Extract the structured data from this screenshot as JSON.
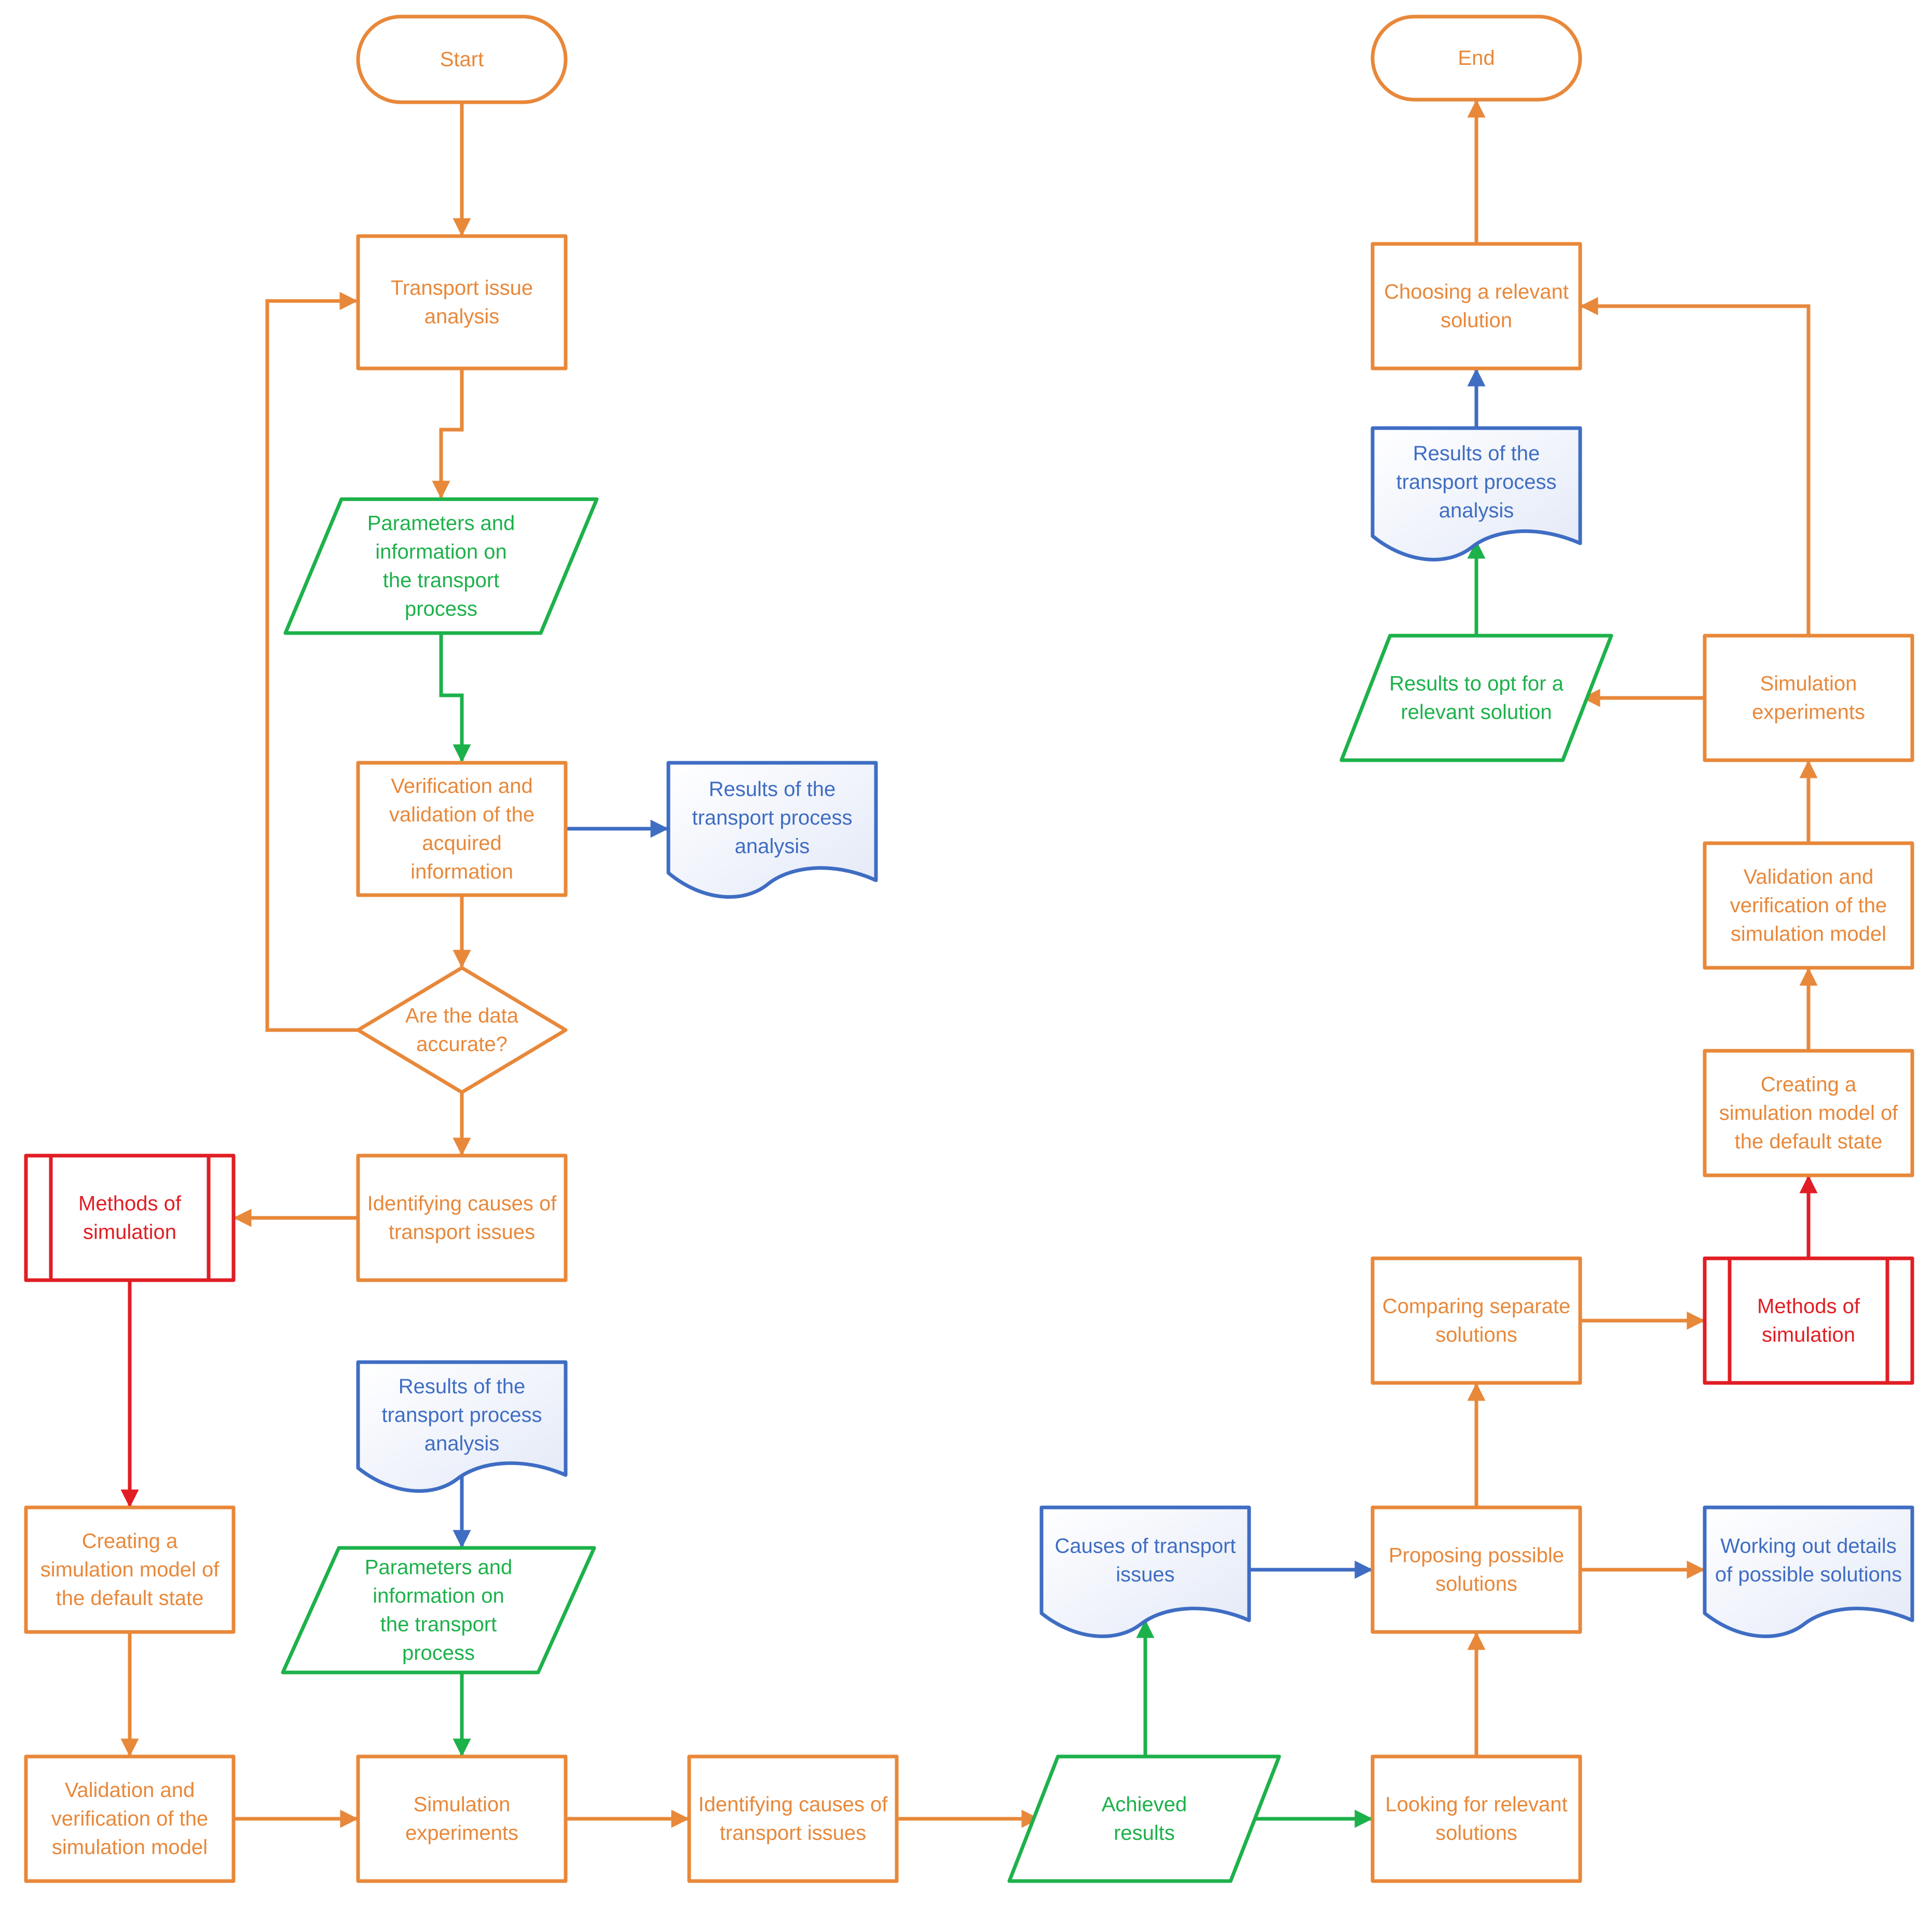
{
  "colors": {
    "orange": "#E8883A",
    "green": "#1DB14B",
    "blue": "#3F6DC3",
    "red": "#E01E24",
    "blue_fill": "#E8EDF8"
  },
  "nodes": {
    "start": {
      "lines": [
        "Start"
      ]
    },
    "end": {
      "lines": [
        "End"
      ]
    },
    "transport_issue_analysis": {
      "lines": [
        "Transport issue",
        "analysis"
      ]
    },
    "params_info_1": {
      "lines": [
        "Parameters and",
        "information on",
        "the transport",
        "process"
      ]
    },
    "verification_validation": {
      "lines": [
        "Verification and",
        "validation of the",
        "acquired",
        "information"
      ]
    },
    "results_analysis_1": {
      "lines": [
        "Results of the",
        "transport process",
        "analysis"
      ]
    },
    "data_accurate": {
      "lines": [
        "Are the data",
        "accurate?"
      ]
    },
    "identifying_causes_1": {
      "lines": [
        "Identifying causes of",
        "transport issues"
      ]
    },
    "methods_sim_1": {
      "lines": [
        "Methods of",
        "simulation"
      ]
    },
    "creating_model_1": {
      "lines": [
        "Creating a",
        "simulation model of",
        "the default state"
      ]
    },
    "validation_model_1": {
      "lines": [
        "Validation and",
        "verification of the",
        "simulation model"
      ]
    },
    "results_analysis_2": {
      "lines": [
        "Results of the",
        "transport process",
        "analysis"
      ]
    },
    "params_info_2": {
      "lines": [
        "Parameters and",
        "information on",
        "the transport",
        "process"
      ]
    },
    "sim_experiments_1": {
      "lines": [
        "Simulation",
        "experiments"
      ]
    },
    "identifying_causes_2": {
      "lines": [
        "Identifying causes of",
        "transport issues"
      ]
    },
    "achieved_results": {
      "lines": [
        "Achieved",
        "results"
      ]
    },
    "causes_issues": {
      "lines": [
        "Causes of transport",
        "issues"
      ]
    },
    "looking_solutions": {
      "lines": [
        "Looking for relevant",
        "solutions"
      ]
    },
    "proposing_solutions": {
      "lines": [
        "Proposing possible",
        "solutions"
      ]
    },
    "working_out_details": {
      "lines": [
        "Working out details",
        "of possible solutions"
      ]
    },
    "comparing_solutions": {
      "lines": [
        "Comparing separate",
        "solutions"
      ]
    },
    "methods_sim_2": {
      "lines": [
        "Methods of",
        "simulation"
      ]
    },
    "creating_model_2": {
      "lines": [
        "Creating a",
        "simulation model of",
        "the default state"
      ]
    },
    "validation_model_2": {
      "lines": [
        "Validation and",
        "verification of the",
        "simulation model"
      ]
    },
    "sim_experiments_2": {
      "lines": [
        "Simulation",
        "experiments"
      ]
    },
    "results_opt": {
      "lines": [
        "Results to opt for a",
        "relevant solution"
      ]
    },
    "results_analysis_3": {
      "lines": [
        "Results of the",
        "transport process",
        "analysis"
      ]
    },
    "choosing_solution": {
      "lines": [
        "Choosing a relevant",
        "solution"
      ]
    }
  }
}
